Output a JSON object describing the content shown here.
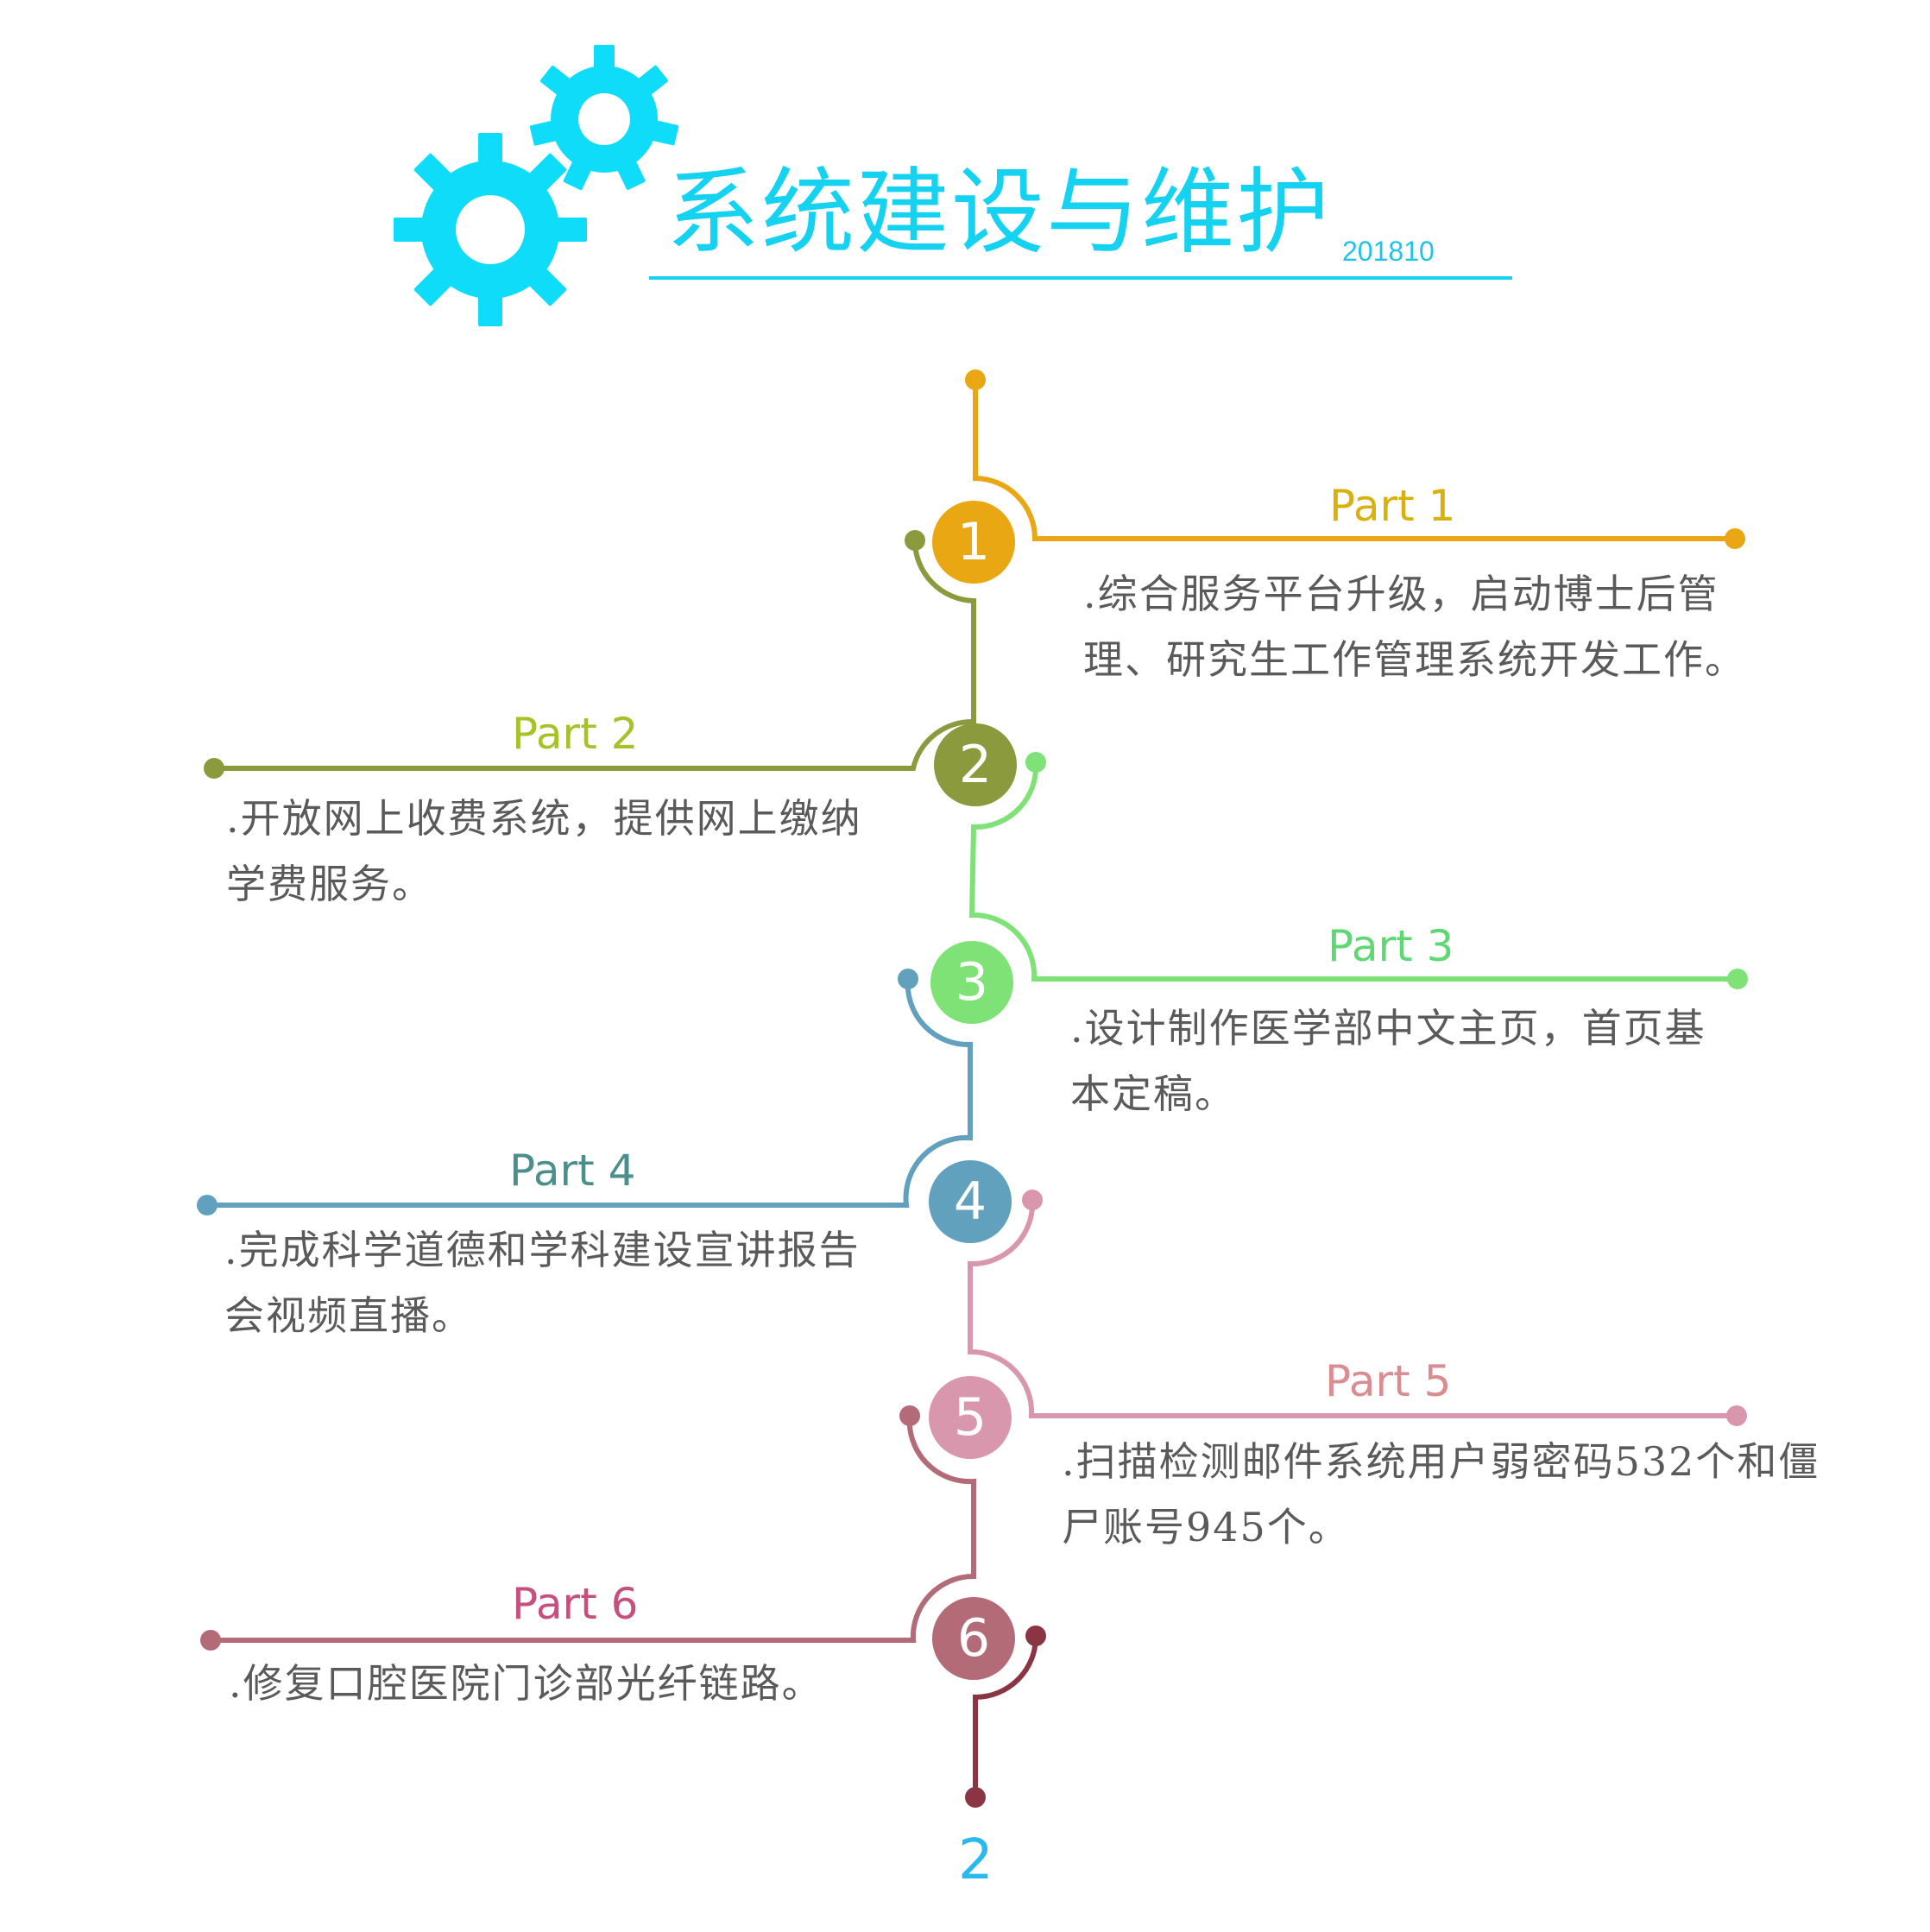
{
  "header": {
    "title": "系统建设与维护",
    "date": "201810",
    "accent_color": "#15d2f0",
    "icon": "gears-icon"
  },
  "page_number": "2",
  "timeline": [
    {
      "number": "1",
      "label": "Part 1",
      "color": "#e9a713",
      "label_color": "#d8b10d",
      "side": "right",
      "lines": [
        ".综合服务平台升级，启动博士后管",
        "理、研究生工作管理系统开发工作。"
      ]
    },
    {
      "number": "2",
      "label": "Part 2",
      "color": "#8b9a3d",
      "label_color": "#a7c229",
      "side": "left",
      "lines": [
        ".开放网上收费系统，提供网上缴纳",
        "学费服务。"
      ]
    },
    {
      "number": "3",
      "label": "Part 3",
      "color": "#7ee276",
      "label_color": "#5fd873",
      "side": "right",
      "lines": [
        ".设计制作医学部中文主页，首页基",
        "本定稿。"
      ]
    },
    {
      "number": "4",
      "label": "Part 4",
      "color": "#62a1bd",
      "label_color": "#4b8f8c",
      "side": "left",
      "lines": [
        ".完成科学道德和学科建设宣讲报告",
        "会视频直播。"
      ]
    },
    {
      "number": "5",
      "label": "Part 5",
      "color": "#d997ad",
      "label_color": "#d98d91",
      "side": "right",
      "lines": [
        ".扫描检测邮件系统用户弱密码532个和僵",
        "尸账号945个。"
      ]
    },
    {
      "number": "6",
      "label": "Part 6",
      "color": "#b46b78",
      "label_color": "#c64f7b",
      "side": "left",
      "lines": [
        ".修复口腔医院门诊部光纤链路。"
      ]
    }
  ]
}
